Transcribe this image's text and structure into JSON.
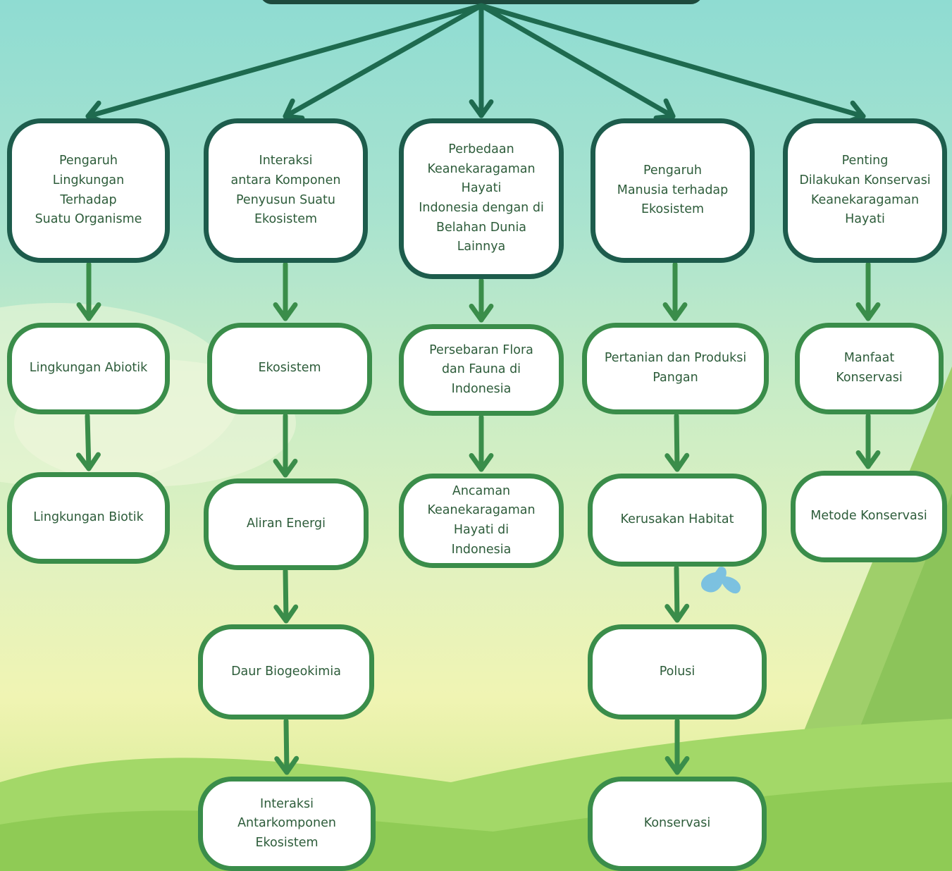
{
  "colors": {
    "top_arrow": "#1e6a4f",
    "arrow": "#3a8d4a",
    "node_border_dark": "#1d5c4c",
    "node_border": "#3a8d4a",
    "node_text": "#2d5c3a"
  },
  "diagram": {
    "root": "",
    "branches": [
      {
        "heading": "Pengaruh\nLingkungan\nTerhadap\nSuatu Organisme",
        "items": [
          "Lingkungan Abiotik",
          "Lingkungan Biotik"
        ]
      },
      {
        "heading": "Interaksi\nantara Komponen\nPenyusun Suatu\nEkosistem",
        "items": [
          "Ekosistem",
          "Aliran Energi",
          "Daur Biogeokimia",
          "Interaksi\nAntarkomponen\nEkosistem"
        ]
      },
      {
        "heading": "Perbedaan\nKeanekaragaman\nHayati\nIndonesia dengan di\nBelahan Dunia\nLainnya",
        "items": [
          "Persebaran Flora\ndan Fauna di\nIndonesia",
          "Ancaman\nKeanekaragaman\nHayati di\nIndonesia"
        ]
      },
      {
        "heading": "Pengaruh\nManusia terhadap\nEkosistem",
        "items": [
          "Pertanian dan Produksi\nPangan",
          "Kerusakan Habitat",
          "Polusi",
          "Konservasi"
        ]
      },
      {
        "heading": "Penting\nDilakukan Konservasi\nKeanekaragaman\nHayati",
        "items": [
          "Manfaat\nKonservasi",
          "Metode Konservasi"
        ]
      }
    ]
  }
}
